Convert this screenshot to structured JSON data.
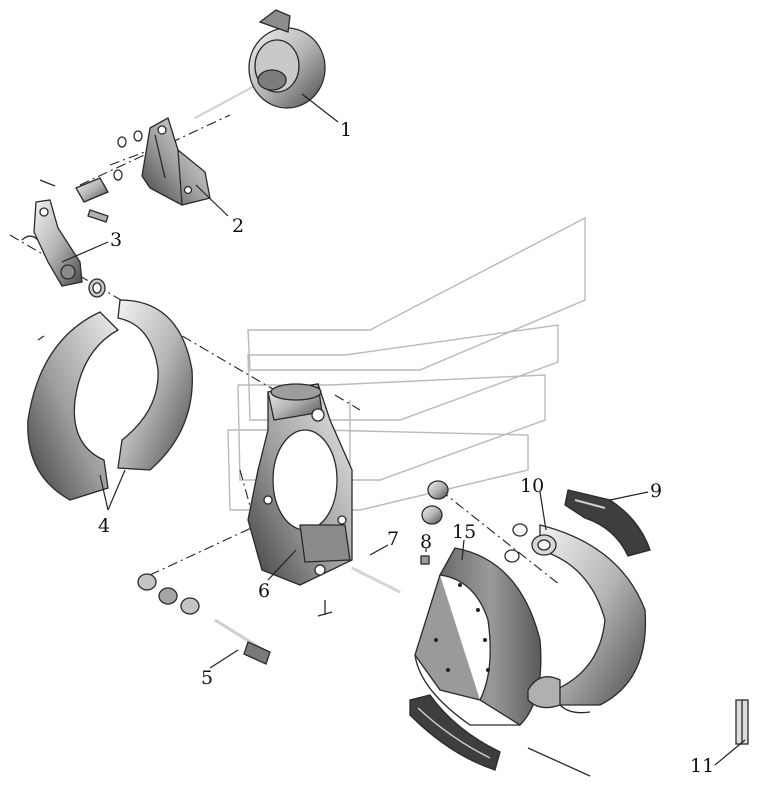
{
  "callouts": [
    "1",
    "2",
    "3",
    "4",
    "5",
    "6",
    "7",
    "8",
    "9",
    "10",
    "11",
    "15"
  ],
  "colors": {
    "line": "#2a2a2a",
    "shade_light": "#d8d8d8",
    "shade_mid": "#a8a8a8",
    "shade_dark": "#5a5a5a",
    "watermark": "#b9b9b9"
  }
}
